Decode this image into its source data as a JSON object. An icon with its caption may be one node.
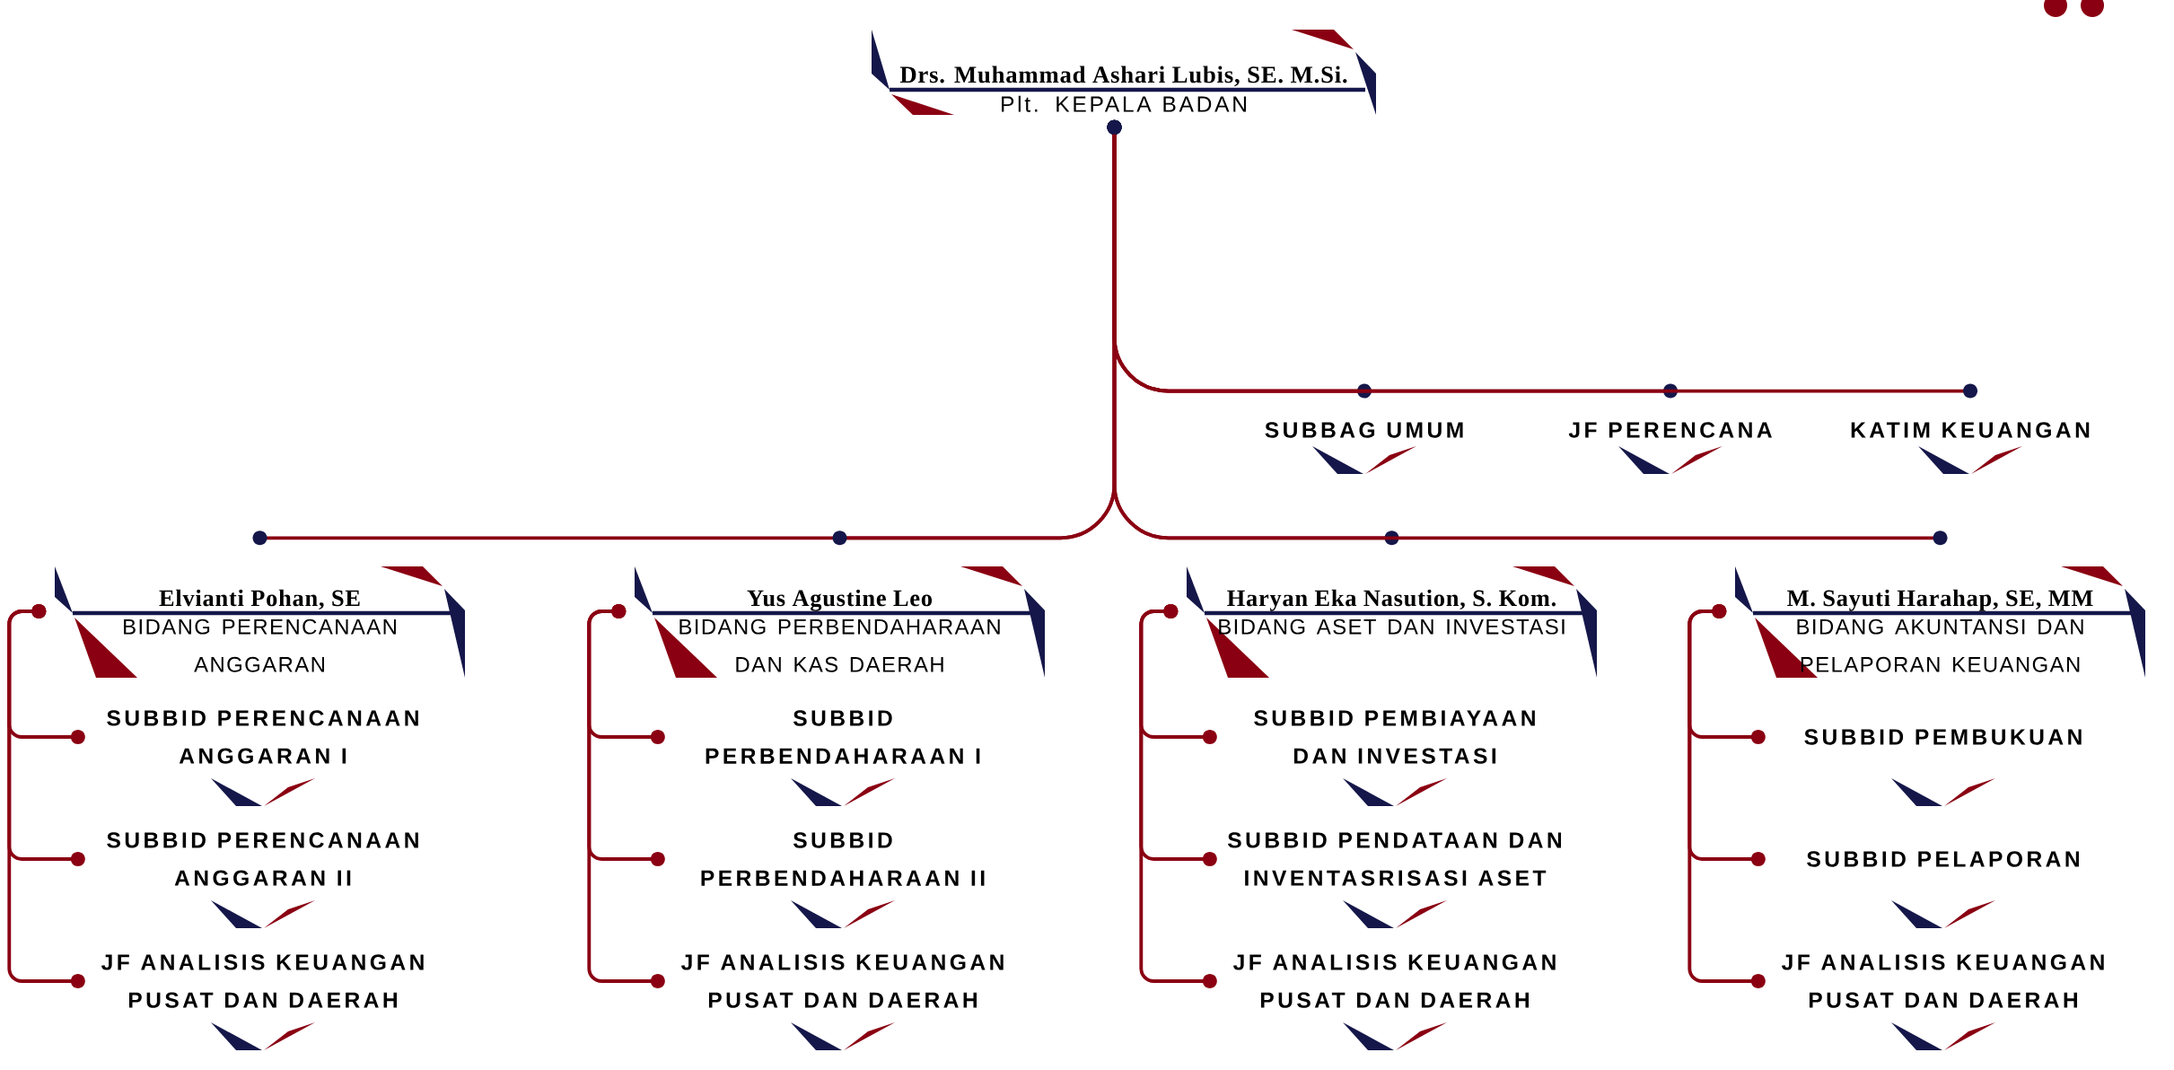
{
  "diagram": {
    "nodes": [
      {
        "text": [
          "Drs. Muhammad Ashari Lubis, SE. M.Si.",
          "Plt. KEPALA BADAN"
        ]
      },
      {
        "text": [
          "SUBBAG UMUM"
        ]
      },
      {
        "text": [
          "JF PERENCANA"
        ]
      },
      {
        "text": [
          "KATIM KEUANGAN"
        ]
      },
      {
        "text": [
          "Elvianti Pohan, SE",
          "BIDANG PERENCANAAN ANGGARAN"
        ]
      },
      {
        "text": [
          "SUBBID PERENCANAAN ANGGARAN I"
        ]
      },
      {
        "text": [
          "SUBBID PERENCANAAN ANGGARAN II"
        ]
      },
      {
        "text": [
          "JF ANALISIS KEUANGAN PUSAT DAN DAERAH"
        ]
      },
      {
        "text": [
          "Yus Agustine Leo",
          "BIDANG PERBENDAHARAAN DAN KAS DAERAH"
        ]
      },
      {
        "text": [
          "SUBBID PERBENDAHARAAN I"
        ]
      },
      {
        "text": [
          "SUBBID PERBENDAHARAAN II"
        ]
      },
      {
        "text": [
          "JF ANALISIS KEUANGAN PUSAT DAN DAERAH"
        ]
      },
      {
        "text": [
          "Haryan Eka Nasution, S. Kom.",
          "BIDANG ASET DAN INVESTASI"
        ]
      },
      {
        "text": [
          "SUBBID PEMBIAYAAN DAN INVESTASI"
        ]
      },
      {
        "text": [
          "SUBBID PENDATAAN DAN INVENTASRISASI ASET"
        ]
      },
      {
        "text": [
          "JF ANALISIS KEUANGAN PUSAT DAN DAERAH"
        ]
      },
      {
        "text": [
          "M. Sayuti Harahap, SE, MM",
          "BIDANG AKUNTANSI DAN PELAPORAN KEUANGAN"
        ]
      },
      {
        "text": [
          "SUBBID PEMBUKUAN"
        ]
      },
      {
        "text": [
          "SUBBID PELAPORAN"
        ]
      },
      {
        "text": [
          "JF ANALISIS KEUANGAN PUSAT DAN DAERAH"
        ]
      }
    ],
    "edges": [
      {
        "from": 0,
        "to": 1,
        "arrow": "other"
      },
      {
        "from": 0,
        "to": 2,
        "arrow": "other"
      },
      {
        "from": 0,
        "to": 3,
        "arrow": "other"
      },
      {
        "from": 0,
        "to": 4,
        "arrow": "other"
      },
      {
        "from": 0,
        "to": 8,
        "arrow": "other"
      },
      {
        "from": 0,
        "to": 12,
        "arrow": "other"
      },
      {
        "from": 0,
        "to": 16,
        "arrow": "other"
      },
      {
        "from": 4,
        "to": 5,
        "arrow": "other"
      },
      {
        "from": 4,
        "to": 6,
        "arrow": "other"
      },
      {
        "from": 4,
        "to": 7,
        "arrow": "other"
      },
      {
        "from": 8,
        "to": 9,
        "arrow": "other"
      },
      {
        "from": 8,
        "to": 10,
        "arrow": "other"
      },
      {
        "from": 8,
        "to": 11,
        "arrow": "other"
      },
      {
        "from": 12,
        "to": 13,
        "arrow": "other"
      },
      {
        "from": 12,
        "to": 14,
        "arrow": "other"
      },
      {
        "from": 12,
        "to": 15,
        "arrow": "other"
      },
      {
        "from": 16,
        "to": 17,
        "arrow": "other"
      },
      {
        "from": 16,
        "to": 18,
        "arrow": "other"
      },
      {
        "from": 16,
        "to": 19,
        "arrow": "other"
      }
    ]
  }
}
